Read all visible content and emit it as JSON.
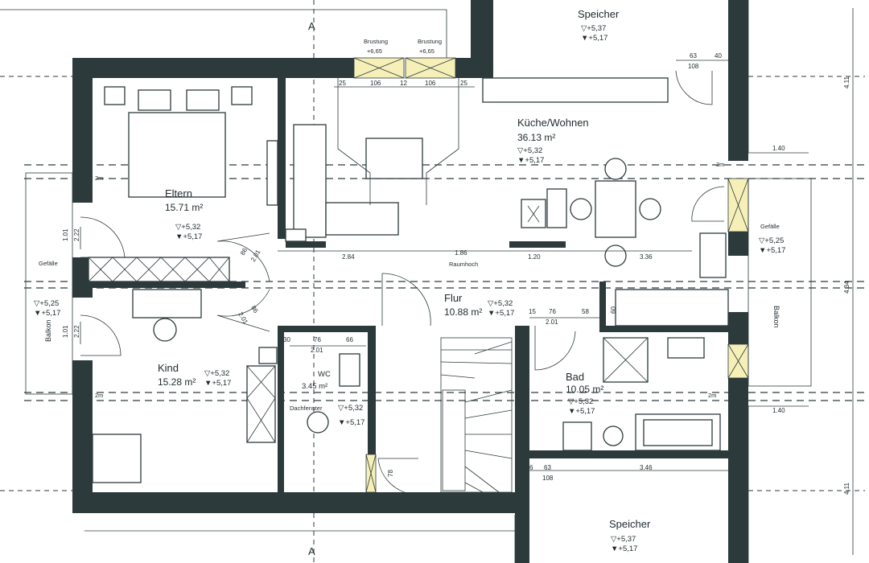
{
  "rooms": {
    "eltern": {
      "name": "Eltern",
      "area": "15.71 m²",
      "level_top": "▽+5,32",
      "level_bottom": "▼+5,17"
    },
    "kind": {
      "name": "Kind",
      "area": "15.28 m²",
      "level_top": "▽+5,32",
      "level_bottom": "▼+5,17"
    },
    "kueche": {
      "name": "Küche/Wohnen",
      "area": "36.13 m²",
      "level_top": "▽+5,32",
      "level_bottom": "▼+5,17"
    },
    "flur": {
      "name": "Flur",
      "area": "10.88 m²",
      "level_top": "▽+5,32",
      "level_bottom": "▼+5,17"
    },
    "wc": {
      "name": "WC",
      "area": "3.45 m²",
      "level_top": "▽+5,32",
      "level_bottom": "▼+5,17"
    },
    "bad": {
      "name": "Bad",
      "area": "10.05 m²",
      "level_top": "▽+5,32",
      "level_bottom": "▼+5,17"
    },
    "speicher_top": {
      "name": "Speicher",
      "level_top": "▽+5,37",
      "level_bottom": "▼+5,17"
    },
    "speicher_bottom": {
      "name": "Speicher",
      "level_top": "▽+5,37",
      "level_bottom": "▼+5,17"
    }
  },
  "balcony_left": {
    "label": "Balkon",
    "slope": "Gefälle",
    "level_top": "▽+5,25",
    "level_bottom": "▼+5,17"
  },
  "balcony_right": {
    "label": "Balkon",
    "slope": "Gefälle",
    "level_top": "▽+5,25",
    "level_bottom": "▼+5,17"
  },
  "brustung": [
    {
      "label": "Brustung",
      "value": "+6,65"
    },
    {
      "label": "Brustung",
      "value": "+6,65"
    }
  ],
  "notes": {
    "raumhoch": "Raumhoch",
    "dachfenster": "Dachfenster"
  },
  "dims": {
    "d25a": "25",
    "d106a": "106",
    "d12": "12",
    "d106b": "106",
    "d25b": "25",
    "d63top": "63",
    "d40": "40",
    "d108top": "108",
    "d140top": "1.40",
    "d140bottom": "1.40",
    "d284": "2.84",
    "d186": "1.86",
    "d120": "1.20",
    "d336": "3.36",
    "d76wc": "76",
    "d201wc": "2.01",
    "d30": "30",
    "d66": "66",
    "d76flur": "76",
    "d58": "58",
    "d15": "15",
    "d201flur": "2.01",
    "d60": "60",
    "d63bottom": "63",
    "d108bottom": "108",
    "d346": "3.46",
    "d6": "6",
    "d78": "78",
    "d101a": "1.01",
    "d222a": "2.22",
    "d101b": "1.01",
    "d222b": "2.22",
    "d86a": "86",
    "d201a": "2.01",
    "d86b": "86",
    "d201b": "2.01",
    "d411top": "4.11",
    "d434": "4.34",
    "d411bottom": "4.11",
    "d2m1": "2m",
    "d2m2": "2m",
    "d2m3": "2m",
    "d2m4": "2m"
  },
  "section_marks": {
    "top": "A",
    "bottom": "A"
  },
  "colors": {
    "wall": "#2d3a3c",
    "window": "#f6f0b8"
  }
}
